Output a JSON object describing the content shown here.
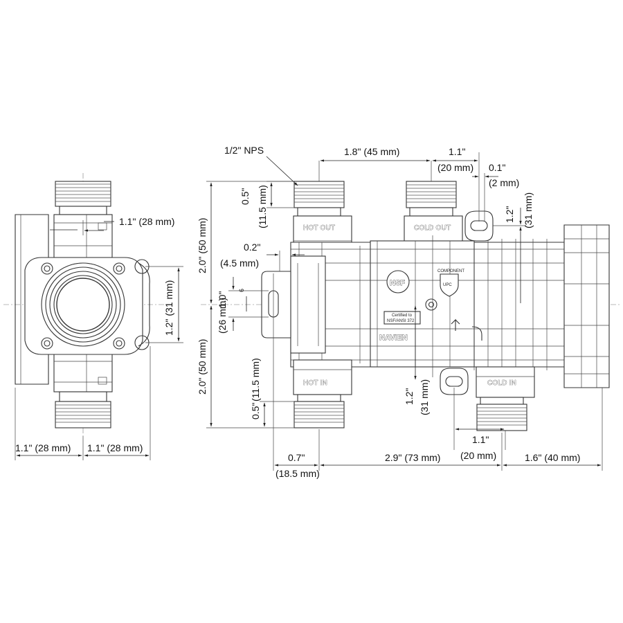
{
  "side_view": {
    "dim_top_offset": "1.1\" (28 mm)",
    "dim_height": "1.2\" (31 mm)",
    "dim_bottom_left": "1.1\" (28 mm)",
    "dim_bottom_right": "1.1\" (28 mm)"
  },
  "front_view": {
    "thread_label": "1/2\" NPS",
    "dim_top_span": "1.8\" (45 mm)",
    "dim_top_right_a": "1.1\"",
    "dim_top_right_b": "(20 mm)",
    "dim_small_a": "0.1\"",
    "dim_small_b": "(2 mm)",
    "dim_right_a": "1.2\"",
    "dim_right_b": "(31 mm)",
    "dim_thread_len_a": "0.5\"",
    "dim_thread_len_b": "(11.5 mm)",
    "dim_upper_height": "2.0\" (50 mm)",
    "dim_lower_height": "2.0\" (50 mm)",
    "dim_tab_a": "0.2\"",
    "dim_tab_b": "(4.5 mm)",
    "dim_slot_a": "1.0\"",
    "dim_slot_b": "(26 mm)",
    "slot_mark": "6",
    "dim_lower_thread_a": "0.5\"",
    "dim_lower_thread_b": "(11.5 mm)",
    "dim_bottom_left_a": "0.7\"",
    "dim_bottom_left_b": "(18.5 mm)",
    "dim_bottom_mid": "2.9\" (73 mm)",
    "dim_bottom_right": "1.6\" (40 mm)",
    "dim_lower_mid_a": "1.2\"",
    "dim_lower_mid_b": "(31 mm)",
    "dim_lower_right_a": "1.1\"",
    "dim_lower_right_b": "(20 mm)",
    "port_hot_out": "HOT OUT",
    "port_cold_out": "COLD OUT",
    "port_hot_in": "HOT IN",
    "port_cold_in": "COLD IN",
    "logo_nsf": "NSF",
    "logo_upc_top": "COMPONENT",
    "logo_upc": "UPC",
    "cert_line1": "Certified to",
    "cert_line2": "NSF/ANSI 372",
    "brand": "NAVIEN"
  }
}
